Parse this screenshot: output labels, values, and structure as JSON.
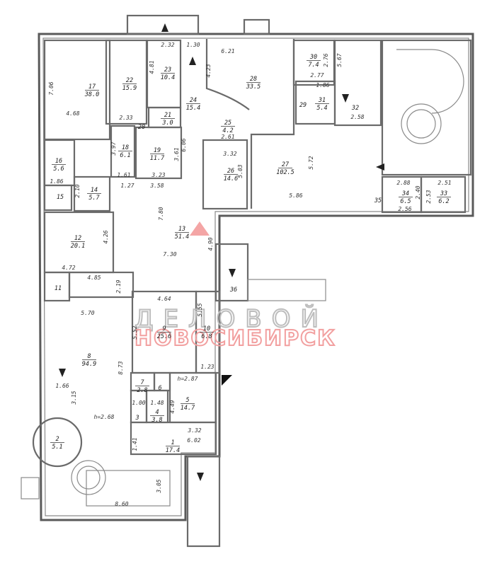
{
  "plan": {
    "rooms": [
      {
        "number": "1",
        "area": "17.4"
      },
      {
        "number": "2",
        "area": "5.1"
      },
      {
        "number": "3",
        "area": ""
      },
      {
        "number": "4",
        "area": "3.8"
      },
      {
        "number": "5",
        "area": "14.7"
      },
      {
        "number": "6",
        "area": ""
      },
      {
        "number": "7",
        "area": "2.8"
      },
      {
        "number": "8",
        "area": "94.9"
      },
      {
        "number": "9",
        "area": "25.6"
      },
      {
        "number": "10",
        "area": "6.8"
      },
      {
        "number": "11",
        "area": ""
      },
      {
        "number": "12",
        "area": "20.1"
      },
      {
        "number": "13",
        "area": "51.4"
      },
      {
        "number": "14",
        "area": "5.7"
      },
      {
        "number": "15",
        "area": ""
      },
      {
        "number": "16",
        "area": "5.6"
      },
      {
        "number": "17",
        "area": "38.0"
      },
      {
        "number": "18",
        "area": "6.1"
      },
      {
        "number": "19",
        "area": "11.7"
      },
      {
        "number": "20",
        "area": ""
      },
      {
        "number": "21",
        "area": "3.0"
      },
      {
        "number": "22",
        "area": "15.9"
      },
      {
        "number": "23",
        "area": "10.4"
      },
      {
        "number": "24",
        "area": "15.4"
      },
      {
        "number": "25",
        "area": "4.2"
      },
      {
        "number": "26",
        "area": "14.6"
      },
      {
        "number": "27",
        "area": "102.5"
      },
      {
        "number": "28",
        "area": "33.5"
      },
      {
        "number": "29",
        "area": ""
      },
      {
        "number": "30",
        "area": "7.4"
      },
      {
        "number": "31",
        "area": "5.4"
      },
      {
        "number": "32",
        "area": ""
      },
      {
        "number": "33",
        "area": "6.2"
      },
      {
        "number": "34",
        "area": "6.5"
      },
      {
        "number": "35",
        "area": ""
      },
      {
        "number": "36",
        "area": ""
      }
    ],
    "dimensions": [
      "7.06",
      "4.68",
      "2.33",
      "2.32",
      "1.30",
      "4.81",
      "3.97",
      "1.61",
      "3.61",
      "6.06",
      "3.23",
      "1.86",
      "2.10",
      "1.27",
      "3.58",
      "6.21",
      "4.23",
      "2.61",
      "3.32",
      "5.03",
      "5.72",
      "5.86",
      "2.76",
      "5.67",
      "2.77",
      "1.86",
      "2.58",
      "2.88",
      "2.40",
      "2.56",
      "2.53",
      "2.51",
      "4.26",
      "4.72",
      "7.80",
      "7.30",
      "4.90",
      "4.85",
      "2.19",
      "5.70",
      "4.64",
      "5.52",
      "5.55",
      "1.23",
      "8.73",
      "1.00",
      "1.48",
      "4.49",
      "3.32",
      "6.02",
      "1.41",
      "1.66",
      "3.15",
      "3.05",
      "8.60"
    ],
    "heights": [
      "h=2.87",
      "h=2.68"
    ],
    "watermark": {
      "line1": "ДЕЛОВОЙ",
      "line2": "НОВОСИБИРСК"
    }
  }
}
